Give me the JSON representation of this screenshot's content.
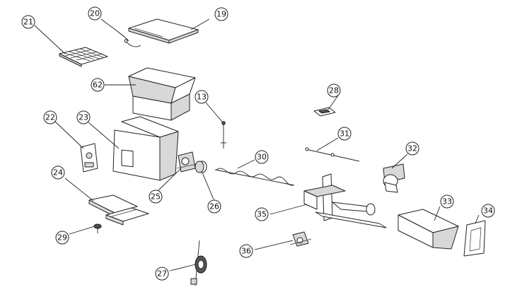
{
  "diagram": {
    "part_numbers": {
      "p19": "19",
      "p20": "20",
      "p21": "21",
      "p62": "62",
      "p13": "13",
      "p28": "28",
      "p22": "22",
      "p23": "23",
      "p31": "31",
      "p32": "32",
      "p30": "30",
      "p24": "24",
      "p25": "25",
      "p26": "26",
      "p33": "33",
      "p34": "34",
      "p35": "35",
      "p29": "29",
      "p36": "36",
      "p27": "27"
    }
  }
}
